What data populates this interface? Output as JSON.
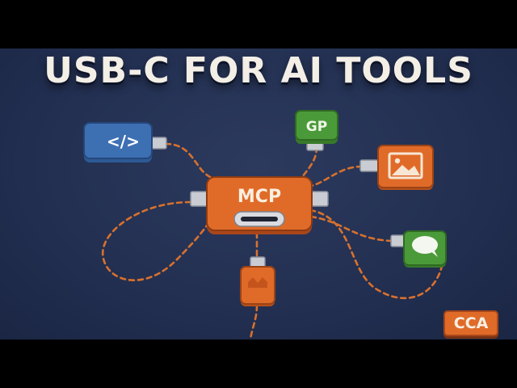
{
  "headline": "USB-C FOR AI TOOLS",
  "hub": {
    "label": "MCP"
  },
  "devices": [
    {
      "icon": "code-icon",
      "glyph": "</>",
      "color": "#3d6fb3"
    },
    {
      "icon": "gp-badge",
      "label": "GP",
      "color": "#4b9a3a"
    },
    {
      "icon": "image-icon",
      "color": "#e06b28"
    },
    {
      "icon": "chat-icon",
      "color": "#4b9a3a"
    },
    {
      "icon": "usb-stick-icon",
      "color": "#e06b28"
    }
  ],
  "corner_badge": "CCA",
  "colors": {
    "background": "#233052",
    "accent_orange": "#e06b28",
    "accent_blue": "#3d6fb3",
    "accent_green": "#4b9a3a",
    "dash_line": "#d8712e"
  }
}
